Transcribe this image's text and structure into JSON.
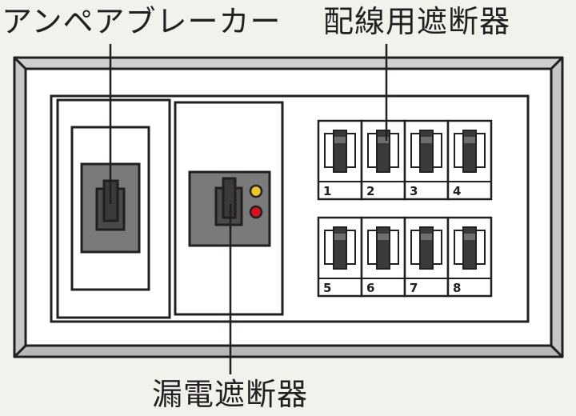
{
  "labels": {
    "ampere_breaker": "アンペアブレーカー",
    "branch_breaker": "配線用遮断器",
    "earth_leakage_breaker": "漏電遮断器"
  },
  "branch_numbers": [
    "1",
    "2",
    "3",
    "4",
    "5",
    "6",
    "7",
    "8"
  ],
  "colors": {
    "outline": "#231f20",
    "panel": "#ffffff",
    "switch_plate": "#7a7a7a",
    "lever": "#3a3a3a",
    "indicator_yellow": "#e8c52a",
    "indicator_red": "#d4121a",
    "background": "#f2f1ec"
  }
}
